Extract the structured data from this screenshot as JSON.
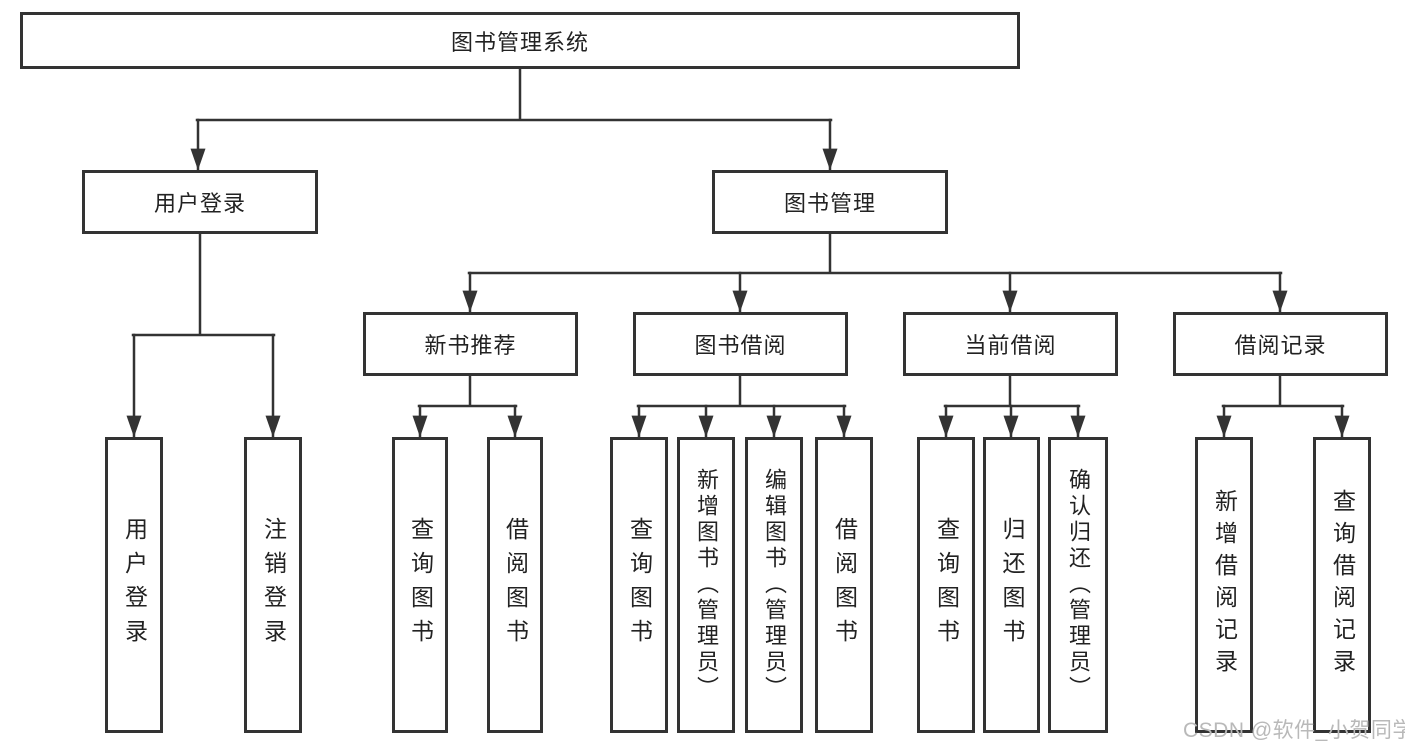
{
  "diagram_title": "图书管理系统",
  "nodes": {
    "root": {
      "label": "图书管理系统"
    },
    "level2": [
      {
        "label": "用户登录"
      },
      {
        "label": "图书管理"
      }
    ],
    "level3": [
      {
        "label": "新书推荐"
      },
      {
        "label": "图书借阅"
      },
      {
        "label": "当前借阅"
      },
      {
        "label": "借阅记录"
      }
    ],
    "level4": [
      {
        "label": "用户登录"
      },
      {
        "label": "注销登录"
      },
      {
        "label": "查询图书"
      },
      {
        "label": "借阅图书"
      },
      {
        "label": "查询图书"
      },
      {
        "label": "新增图书（管理员）"
      },
      {
        "label": "编辑图书（管理员）"
      },
      {
        "label": "借阅图书"
      },
      {
        "label": "查询图书"
      },
      {
        "label": "归还图书"
      },
      {
        "label": "确认归还（管理员）"
      },
      {
        "label": "新增借阅记录"
      },
      {
        "label": "查询借阅记录"
      }
    ]
  },
  "watermark": "CSDN @软件_小贺同学",
  "colors": {
    "line": "#333333",
    "text": "#222222",
    "background": "#ffffff",
    "watermark": "#b9b9b9"
  }
}
